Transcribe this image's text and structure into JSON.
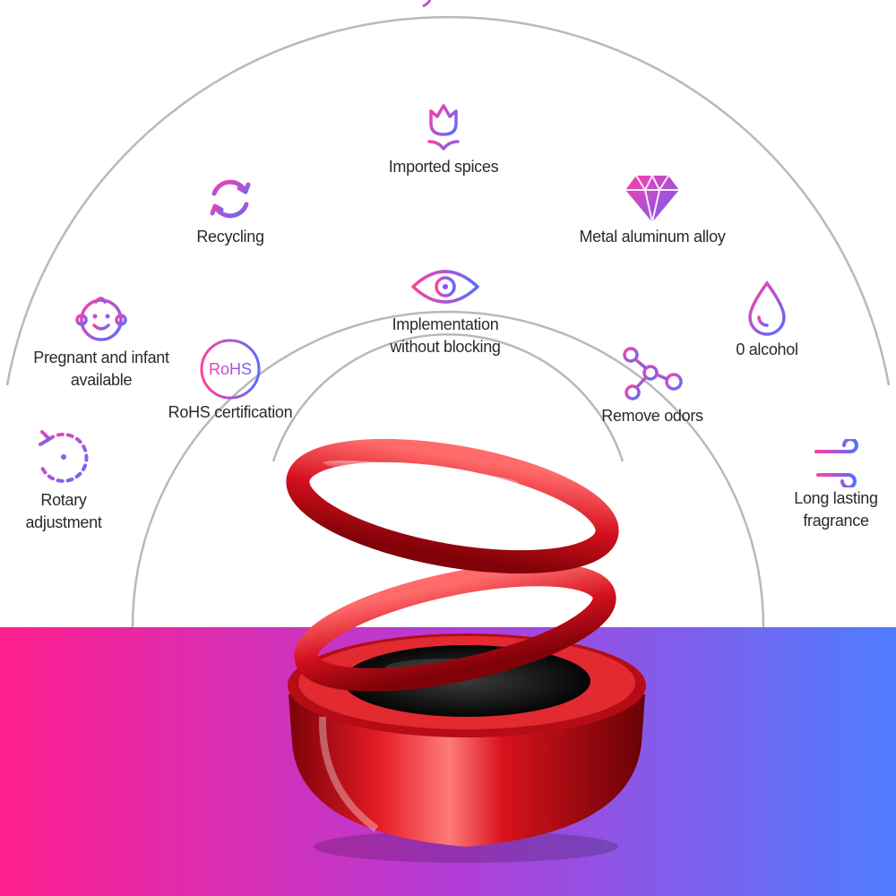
{
  "colors": {
    "icon_gradient_start": "#ff3fa4",
    "icon_gradient_end": "#5a6cff",
    "band_gradient_start": "#ff1f8e",
    "band_gradient_end": "#4f7dff",
    "arc_color": "#b9b9b9",
    "product_color": "#d4101e"
  },
  "features": [
    {
      "id": "imported-spices",
      "icon": "tulip-icon",
      "label": "Imported spices"
    },
    {
      "id": "recycling",
      "icon": "recycle-arrows-icon",
      "label": "Recycling"
    },
    {
      "id": "metal",
      "icon": "diamond-icon",
      "label": "Metal aluminum alloy"
    },
    {
      "id": "eye",
      "icon": "eye-icon",
      "label": "Implementation\nwithout blocking"
    },
    {
      "id": "pregnant",
      "icon": "baby-face-icon",
      "label": "Pregnant and infant\navailable"
    },
    {
      "id": "alcohol",
      "icon": "droplet-icon",
      "label": "0 alcohol"
    },
    {
      "id": "rohs",
      "icon": "rohs-badge-icon",
      "icon_text": "RoHS",
      "label": "RoHS certification"
    },
    {
      "id": "odors",
      "icon": "molecule-icon",
      "label": "Remove odors"
    },
    {
      "id": "rotary",
      "icon": "rotate-left-icon",
      "label": "Rotary\nadjustment"
    },
    {
      "id": "fragrance",
      "icon": "wind-lines-icon",
      "label": "Long lasting\nfragrance"
    }
  ]
}
